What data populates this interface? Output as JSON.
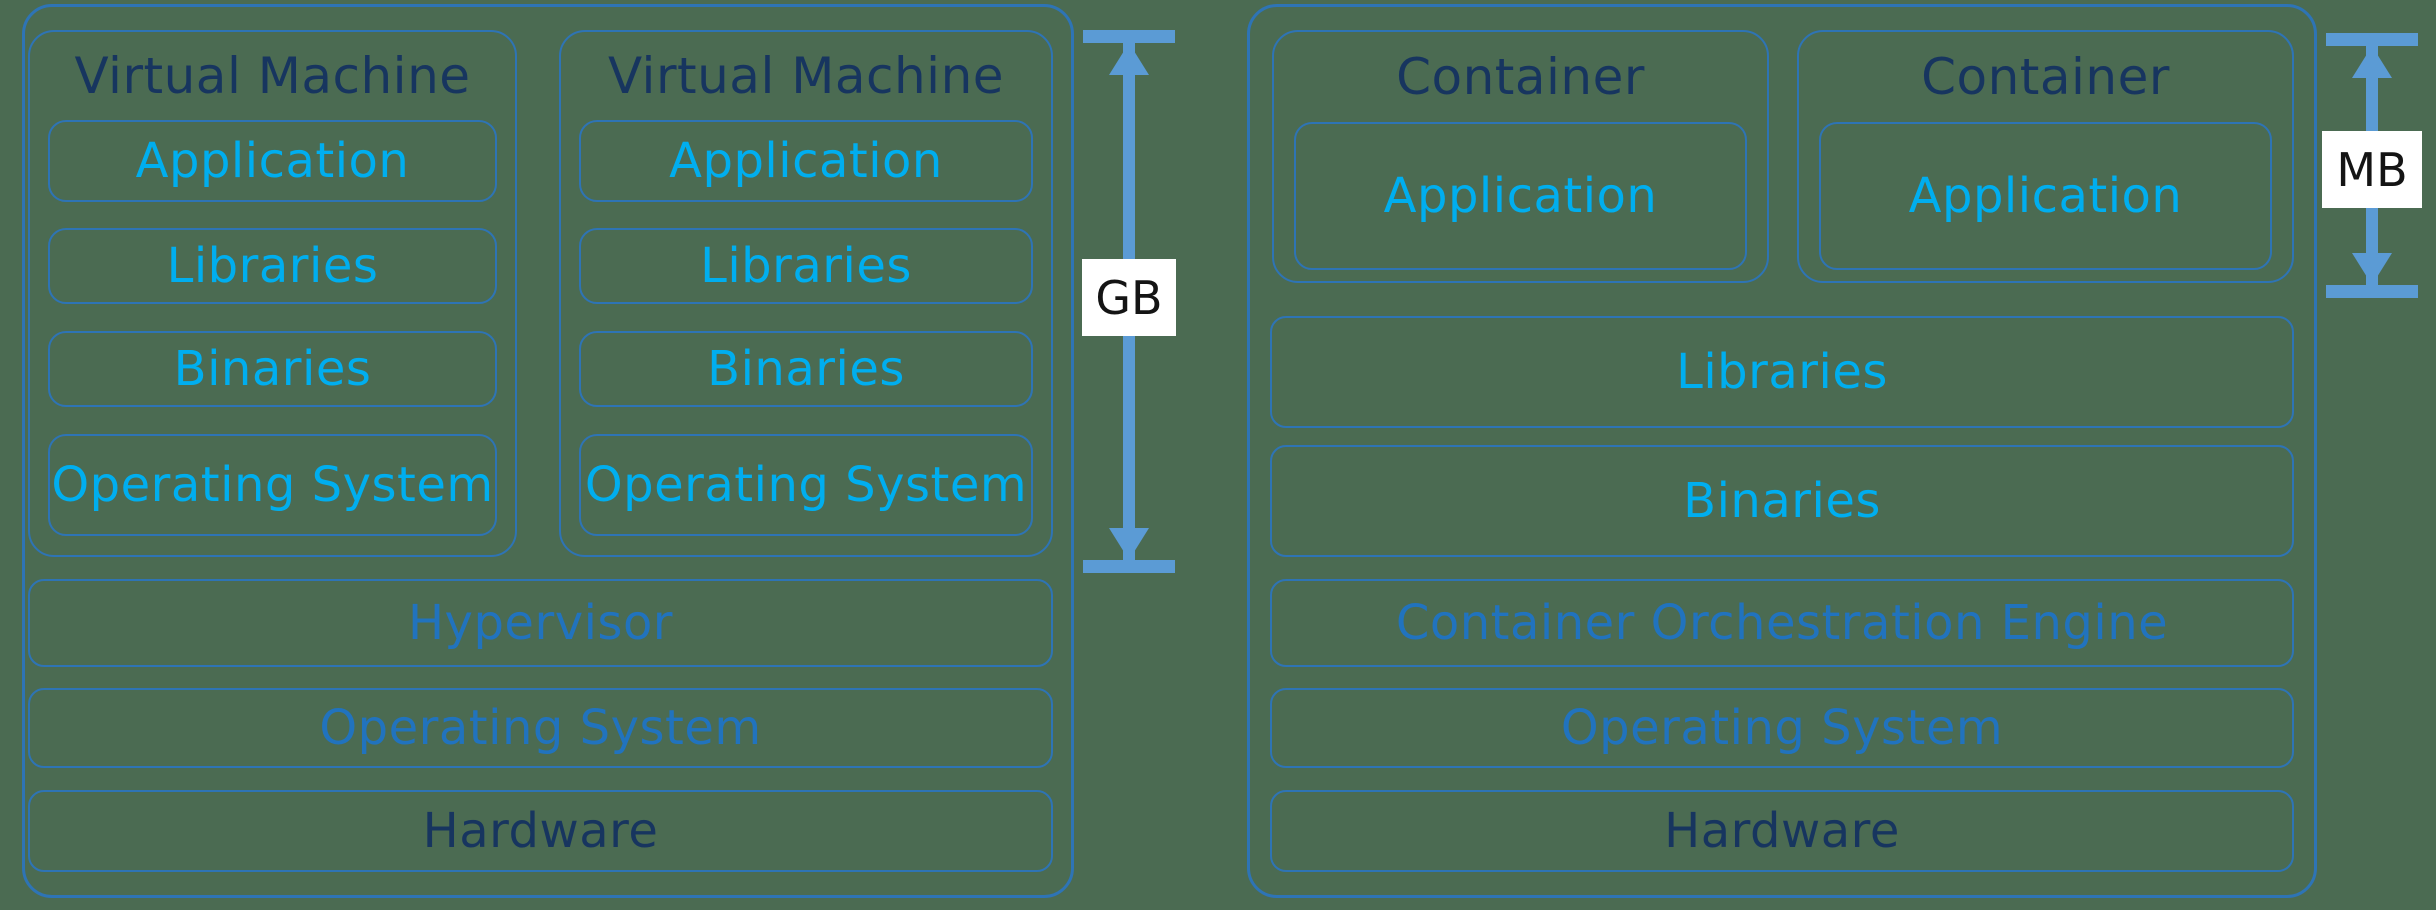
{
  "colors": {
    "background": "#4B6B52",
    "border_blue": "#2E74B5",
    "title_navy": "#17355F",
    "layer_cyan": "#00AEEF",
    "layer_blue": "#2173BE",
    "arrow_blue": "#5B9BD5",
    "size_label_bg": "#FFFFFF",
    "size_label_text": "#141414"
  },
  "left": {
    "vms": [
      {
        "title": "Virtual Machine",
        "layers": [
          "Application",
          "Libraries",
          "Binaries",
          "Operating System"
        ]
      },
      {
        "title": "Virtual Machine",
        "layers": [
          "Application",
          "Libraries",
          "Binaries",
          "Operating System"
        ]
      }
    ],
    "base_layers": [
      {
        "label": "Hypervisor"
      },
      {
        "label": "Operating System"
      },
      {
        "label": "Hardware"
      }
    ],
    "size_label": "GB"
  },
  "right": {
    "containers": [
      {
        "title": "Container",
        "layers": [
          "Application"
        ]
      },
      {
        "title": "Container",
        "layers": [
          "Application"
        ]
      }
    ],
    "base_layers": [
      {
        "label": "Libraries"
      },
      {
        "label": "Binaries"
      },
      {
        "label": "Container Orchestration Engine"
      },
      {
        "label": "Operating System"
      },
      {
        "label": "Hardware"
      }
    ],
    "size_label": "MB"
  }
}
